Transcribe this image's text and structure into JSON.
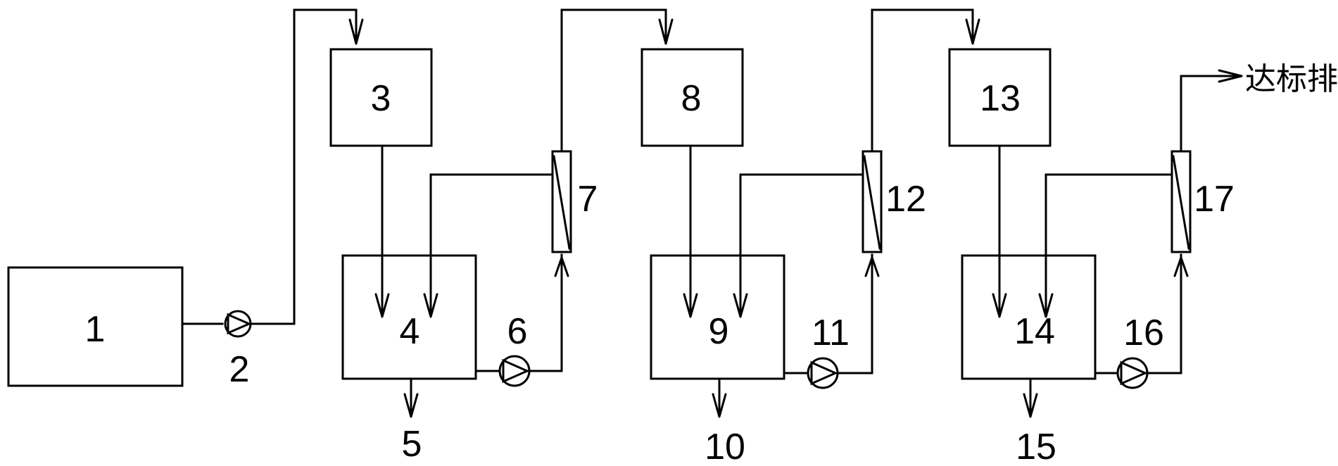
{
  "labels": {
    "tank1": "1",
    "pump2": "2",
    "box3": "3",
    "tank4": "4",
    "out5": "5",
    "pump6": "6",
    "membrane7": "7",
    "box8": "8",
    "tank9": "9",
    "out10": "10",
    "pump11": "11",
    "membrane12": "12",
    "box13": "13",
    "tank14": "14",
    "out15": "15",
    "pump16": "16",
    "membrane17": "17",
    "discharge": "达标排放"
  }
}
